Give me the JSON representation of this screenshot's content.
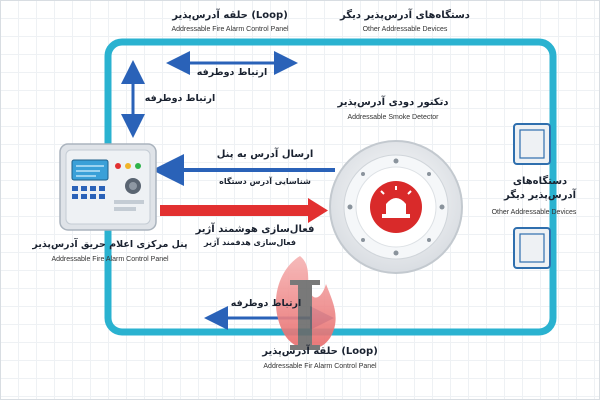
{
  "colors": {
    "loop": "#2ab2d0",
    "arrow_blue": "#2a62b8",
    "arrow_red": "#e23030",
    "panel_body": "#dfe3e8",
    "detector_led": "#d92a2a",
    "device_box": "#2f6fae"
  },
  "labels": {
    "loop_top_fa": "حلقه آدرس‌پذیر (Loop)",
    "loop_top_en": "Addressable Fire Alarm Control Panel",
    "devices_top_fa": "دستگاه‌های آدرس‌پذیر دیگر",
    "devices_top_en": "Other Addressable Devices",
    "two_way_top": "ارتباط دوطرفه",
    "two_way_left": "ارتباط دوطرفه",
    "detector_fa": "دتکتور دودی آدرس‌پذیر",
    "detector_en": "Addressable Smoke Detector",
    "send_address": "ارسال آدرس به پنل",
    "identify_device": "شناسایی آدرس دستگاه",
    "smart_activation": "فعال‌سازی هوشمند آژیر",
    "smart_activation_sub": "فعال‌سازی هدفمند آژیر",
    "panel_fa": "پنل مرکزی اعلام حریق آدرس‌پذیر",
    "panel_en": "Addressable Fire Alarm Control Panel",
    "devices_right_fa_1": "دستگاه‌های",
    "devices_right_fa_2": "آدرس‌پذیر دیگر",
    "devices_right_en": "Other Addressable Devices",
    "two_way_bottom": "ارتباط دوطرفه",
    "loop_bottom_fa": "حلقه آدرس‌پذیر (Loop)",
    "loop_bottom_en": "Addressable Fir Alarm Control Panel"
  },
  "icons": {
    "panel": "control-panel-icon",
    "detector": "smoke-detector-icon",
    "siren": "siren-icon",
    "device": "addressable-device-icon",
    "watermark": "flame-logo-icon"
  }
}
